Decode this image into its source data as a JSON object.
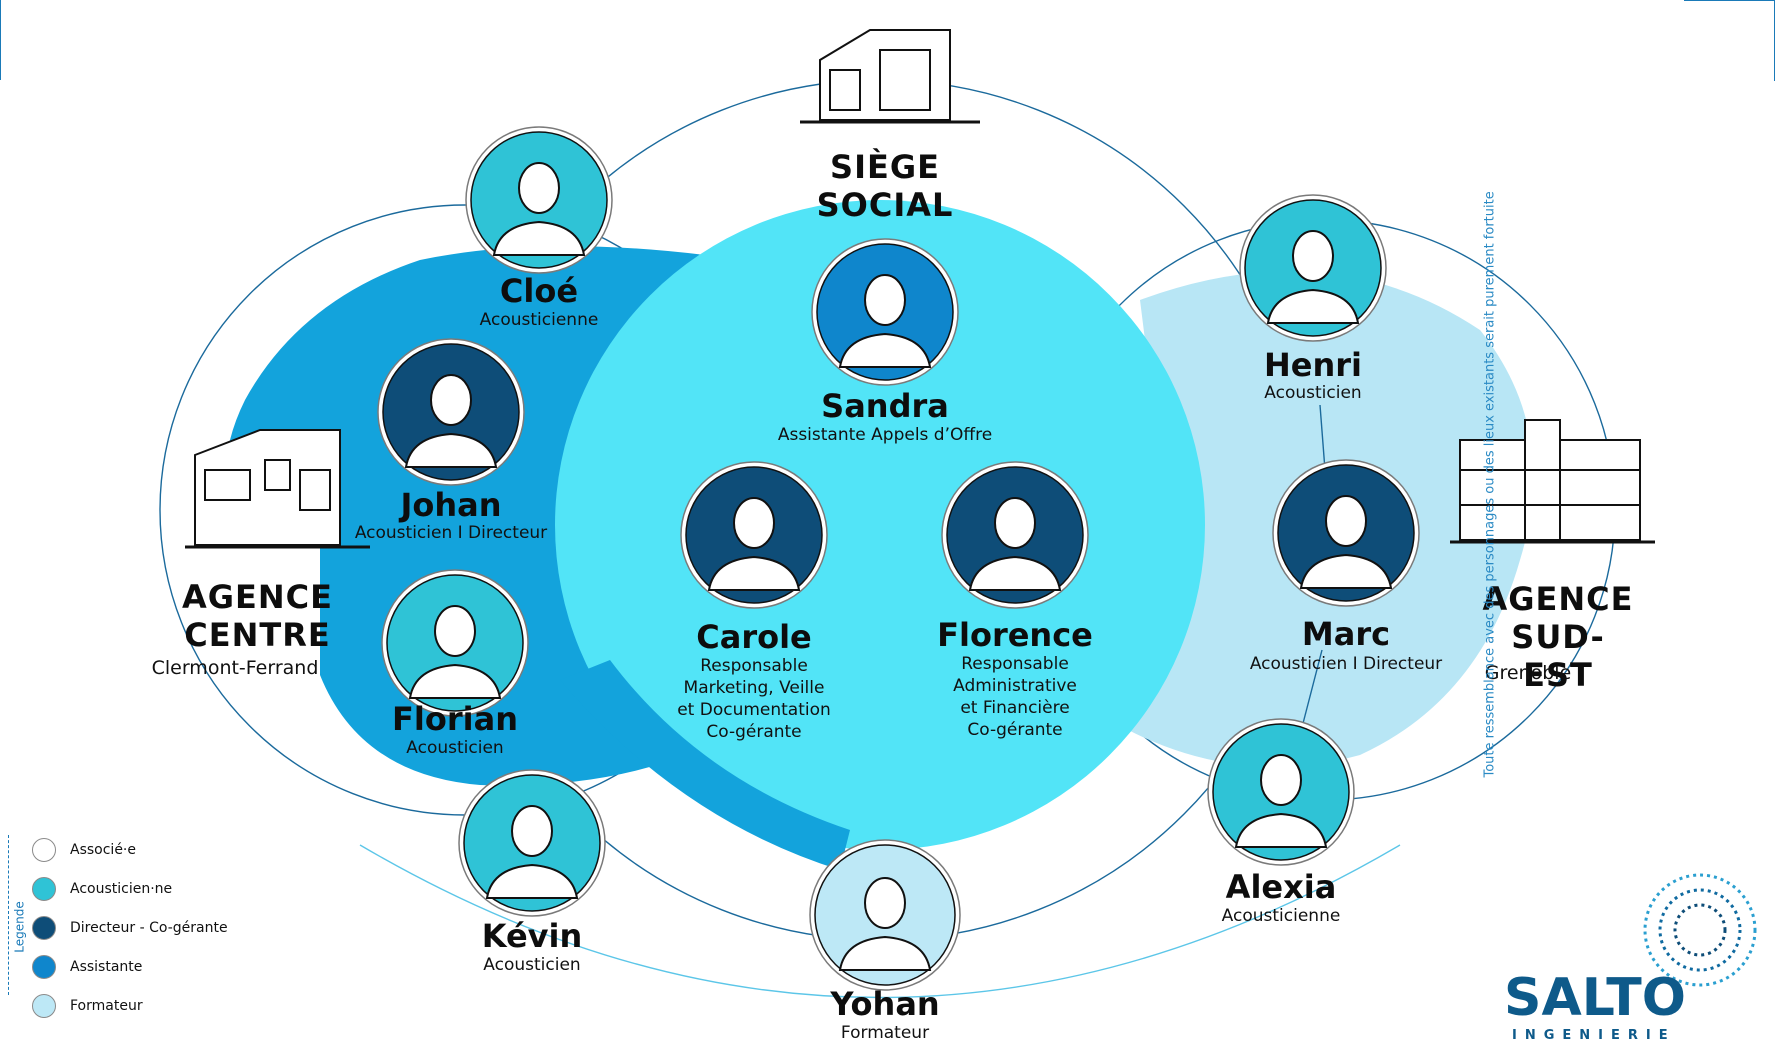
{
  "sites": {
    "siege": {
      "title": "SIÈGE SOCIAL"
    },
    "centre": {
      "title_line1": "AGENCE",
      "title_line2": "CENTRE",
      "city": "Clermont-Ferrand"
    },
    "sudest": {
      "title_line1": "AGENCE",
      "title_line2": "SUD-EST",
      "city": "Grenoble"
    }
  },
  "people": [
    {
      "id": "cloe",
      "name": "Cloé",
      "role": "Acousticienne",
      "category": "acousticien"
    },
    {
      "id": "johan",
      "name": "Johan",
      "role": "Acousticien I Directeur",
      "category": "directeur"
    },
    {
      "id": "florian",
      "name": "Florian",
      "role": "Acousticien",
      "category": "acousticien"
    },
    {
      "id": "kevin",
      "name": "Kévin",
      "role": "Acousticien",
      "category": "acousticien"
    },
    {
      "id": "sandra",
      "name": "Sandra",
      "role": "Assistante Appels d’Offre",
      "category": "assistante"
    },
    {
      "id": "carole",
      "name": "Carole",
      "role_lines": [
        "Responsable",
        "Marketing, Veille",
        "et Documentation",
        "Co-gérante"
      ],
      "category": "directeur"
    },
    {
      "id": "florence",
      "name": "Florence",
      "role_lines": [
        "Responsable",
        "Administrative",
        "et Financière",
        "Co-gérante"
      ],
      "category": "directeur"
    },
    {
      "id": "yohan",
      "name": "Yohan",
      "role": "Formateur",
      "category": "formateur"
    },
    {
      "id": "henri",
      "name": "Henri",
      "role": "Acousticien",
      "category": "acousticien"
    },
    {
      "id": "marc",
      "name": "Marc",
      "role": "Acousticien I Directeur",
      "category": "directeur"
    },
    {
      "id": "alexia",
      "name": "Alexia",
      "role": "Acousticienne",
      "category": "acousticien"
    }
  ],
  "legend": {
    "title": "Legende",
    "items": [
      {
        "label": "Associé·e",
        "color": "#ffffff"
      },
      {
        "label": "Acousticien·ne",
        "color": "#2fc3d6"
      },
      {
        "label": "Directeur - Co-gérante",
        "color": "#0e4d78"
      },
      {
        "label": "Assistante",
        "color": "#0f86cc"
      },
      {
        "label": "Formateur",
        "color": "#bde8f6"
      }
    ]
  },
  "disclaimer": "Toute ressemblance avec des personnages ou des lieux existants serait purement fortuite",
  "logo": {
    "word": "SALTO",
    "sub": "INGENIERIE"
  },
  "colors": {
    "centre_blob": "#13a3dc",
    "siege_blob": "#52e4f7",
    "sudest_blob": "#b8e6f5",
    "line": "#1b6a9c"
  }
}
